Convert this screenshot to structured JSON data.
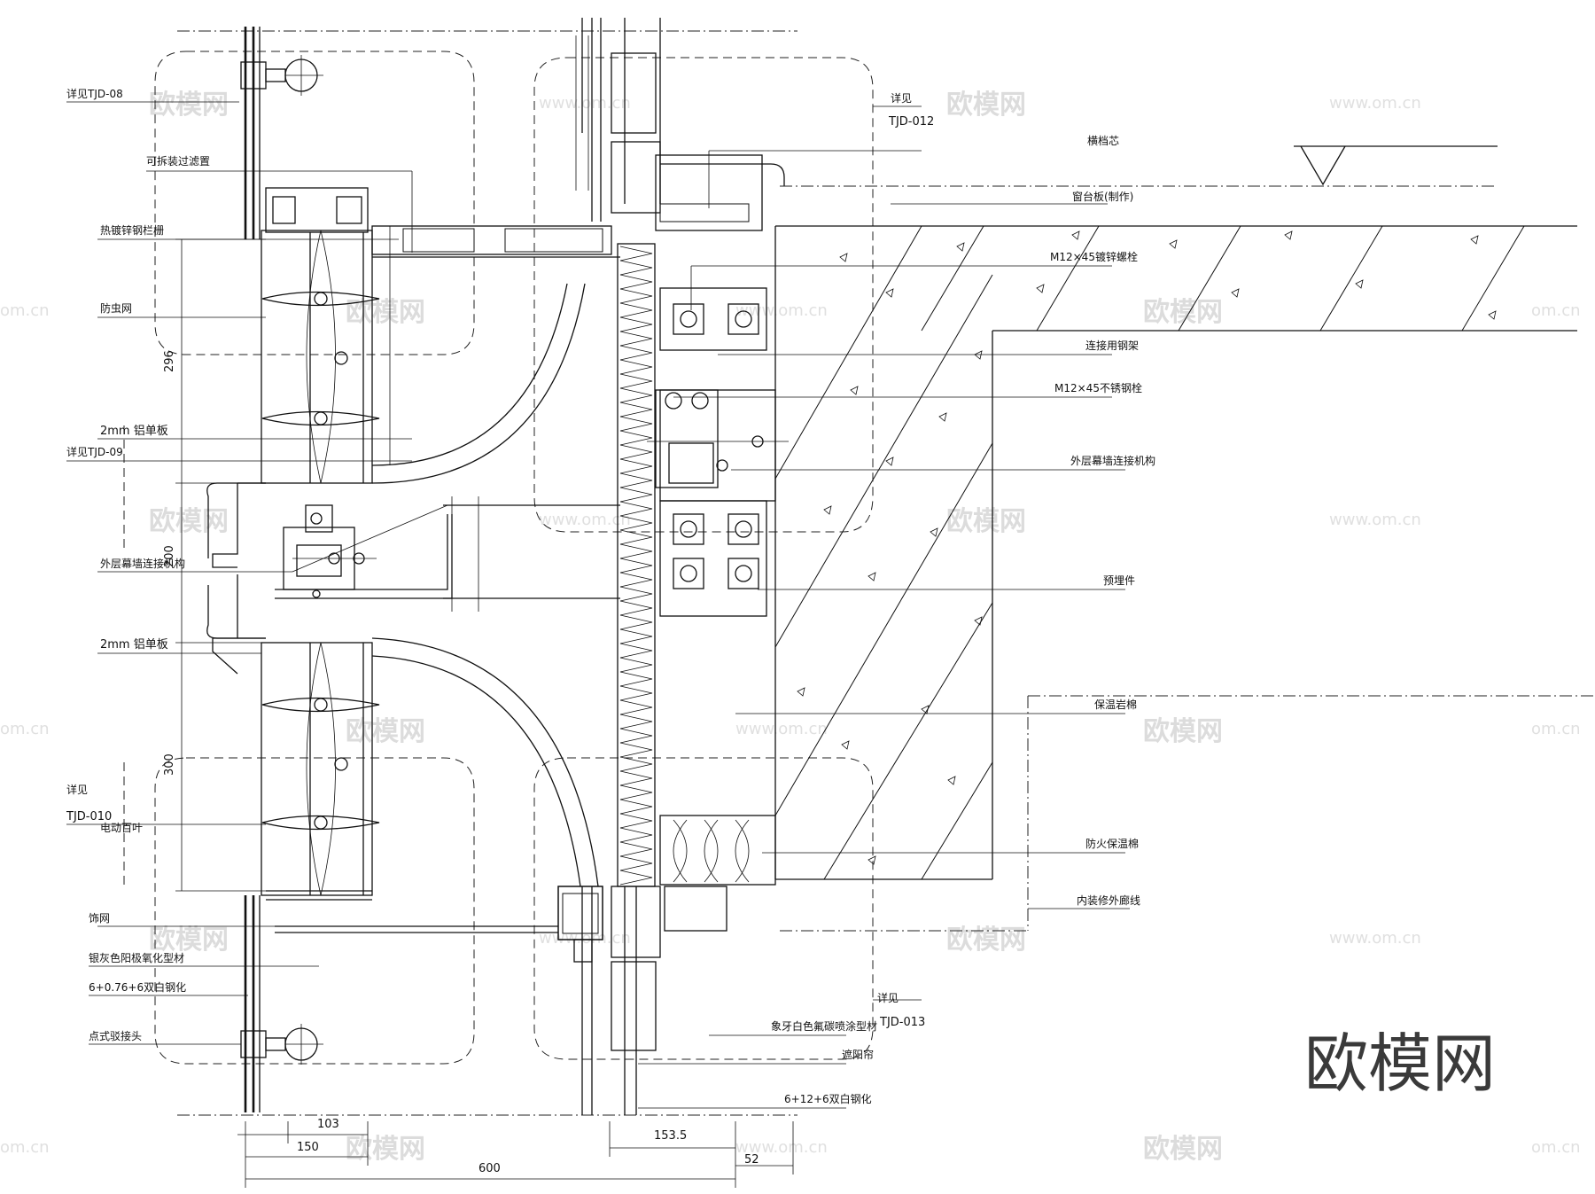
{
  "labels_left": [
    {
      "key": "ref_tjd08",
      "text": "详见TJD-08"
    },
    {
      "key": "filter",
      "text": "可拆装过滤置"
    },
    {
      "key": "grille",
      "text": "热镀锌钢栏栅"
    },
    {
      "key": "insect_net",
      "text": "防虫网"
    },
    {
      "key": "al_plate_1",
      "text": "2mm 铝单板"
    },
    {
      "key": "ref_tjd09",
      "text": "详见TJD-09"
    },
    {
      "key": "outer_conn",
      "text": "外层幕墙连接机构"
    },
    {
      "key": "al_plate_2",
      "text": "2mm 铝单板"
    },
    {
      "key": "ref_tjd010_a",
      "text": "详见"
    },
    {
      "key": "ref_tjd010_b",
      "text": "TJD-010"
    },
    {
      "key": "louver",
      "text": "电动百叶"
    },
    {
      "key": "deco_net",
      "text": "饰网"
    },
    {
      "key": "anodized",
      "text": "银灰色阳极氧化型材"
    },
    {
      "key": "glass_outer",
      "text": "6+0.76+6双白钢化"
    },
    {
      "key": "spider",
      "text": "点式驳接头"
    }
  ],
  "labels_right": [
    {
      "key": "ref_tjd012_a",
      "text": "详见"
    },
    {
      "key": "ref_tjd012_b",
      "text": "TJD-012"
    },
    {
      "key": "transom",
      "text": "横档芯"
    },
    {
      "key": "sill",
      "text": "窗台板(制作)"
    },
    {
      "key": "bolt_galv",
      "text": "M12×45镀锌螺栓"
    },
    {
      "key": "steel_frame",
      "text": "连接用钢架"
    },
    {
      "key": "bolt_ss",
      "text": "M12×45不锈钢栓"
    },
    {
      "key": "outer_conn_r",
      "text": "外层幕墙连接机构"
    },
    {
      "key": "embed",
      "text": "预埋件"
    },
    {
      "key": "insulation",
      "text": "保温岩棉"
    },
    {
      "key": "fire_insul",
      "text": "防火保温棉"
    },
    {
      "key": "inner_line",
      "text": "内装修外廊线"
    },
    {
      "key": "ref_tjd013_a",
      "text": "详见"
    },
    {
      "key": "ref_tjd013_b",
      "text": "TJD-013"
    },
    {
      "key": "ivory",
      "text": "象牙白色氟碳喷涂型材"
    },
    {
      "key": "sunshade",
      "text": "遮阳帘"
    },
    {
      "key": "glass_inner",
      "text": "6+12+6双白钢化"
    }
  ],
  "dimensions": {
    "d296": "296",
    "d200": "200",
    "d300": "300",
    "d103": "103",
    "d150": "150",
    "d600": "600",
    "d153_5": "153.5",
    "d52": "52"
  },
  "watermarks": {
    "cn": "欧模网",
    "url": "www.om.cn",
    "url_short": "om.cn",
    "brand": "欧模网"
  }
}
